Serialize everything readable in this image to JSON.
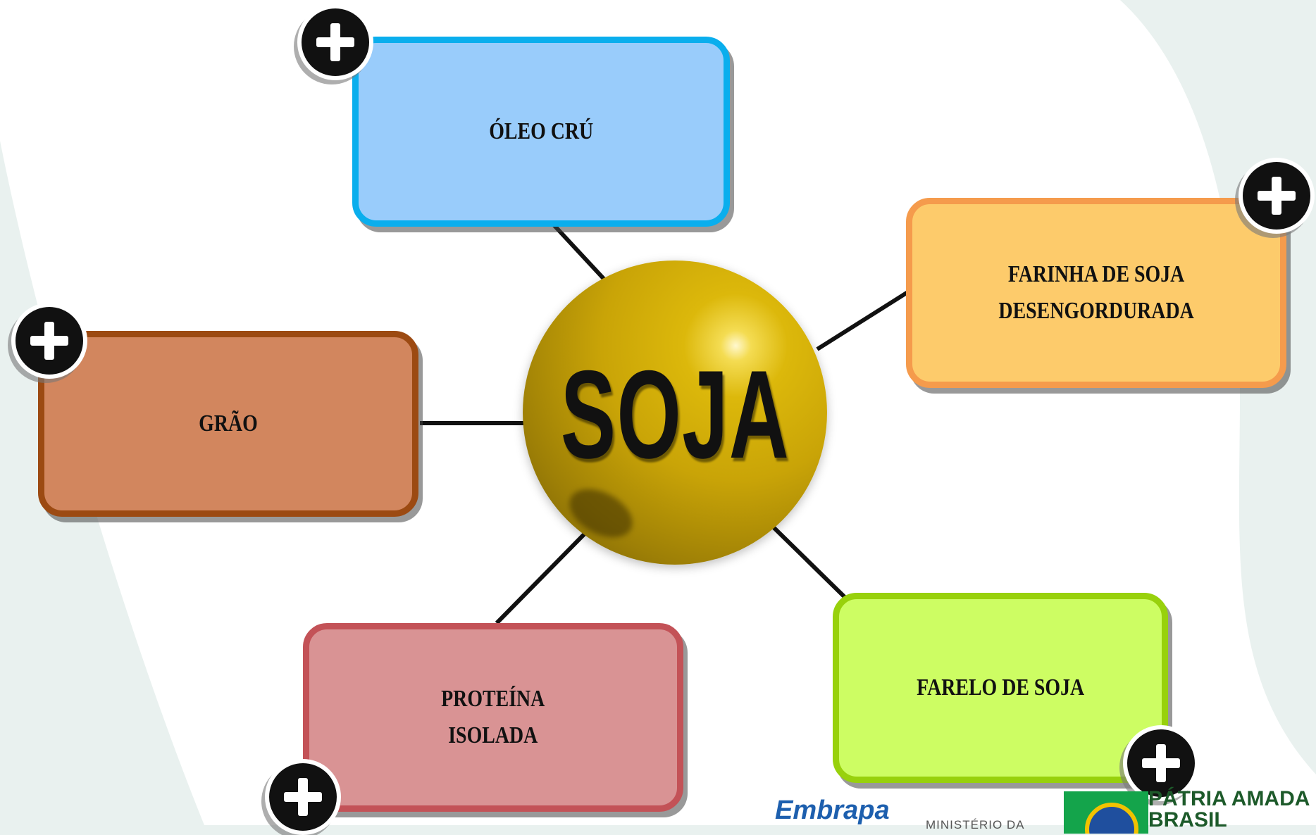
{
  "diagram": {
    "center": {
      "label": "SOJA"
    },
    "nodes": [
      {
        "id": "oleo",
        "label": "ÓLEO CRÚ",
        "fill": "#99ccfb",
        "border": "#0aaeed"
      },
      {
        "id": "farinha",
        "label": "FARINHA DE SOJA\nDESENGORDURADA",
        "fill": "#fdcb6b",
        "border": "#f59b4c"
      },
      {
        "id": "grao",
        "label": "GRÃO",
        "fill": "#d2865e",
        "border": "#9c4a12"
      },
      {
        "id": "proteina",
        "label": "PROTEÍNA\nISOLADA",
        "fill": "#d99394",
        "border": "#c35257"
      },
      {
        "id": "farelo",
        "label": "FARELO DE SOJA",
        "fill": "#cdfd63",
        "border": "#98d10c"
      }
    ],
    "expand_icon": "plus-circle-icon"
  },
  "footer": {
    "embrapa": "Embrapa",
    "ministerio": "MINISTÉRIO DA",
    "patria": "PÁTRIA AMADA\nBRASIL"
  },
  "colors": {
    "background": "#e9f1ef",
    "sphere": "#c9a407",
    "connector": "#111111"
  }
}
